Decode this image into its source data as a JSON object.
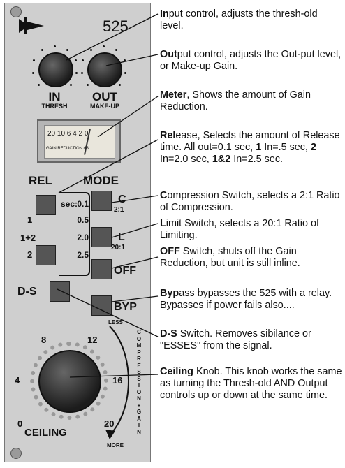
{
  "panel": {
    "model": "525",
    "in_label": "IN",
    "in_sub": "THRESH",
    "out_label": "OUT",
    "out_sub": "MAKE-UP",
    "meter_scale": "20 10 6 4 2 0",
    "meter_caption": "GAIN REDUCTION dB",
    "rel_label": "REL",
    "mode_label": "MODE",
    "rel_sec": "sec:",
    "rel_times": [
      "0.1",
      "0.5",
      "2.0",
      "2.5"
    ],
    "rel_buttons": [
      "1",
      "1+2",
      "2"
    ],
    "c_label": "C",
    "c_sub": "2:1",
    "l_label": "L",
    "l_sub": "20:1",
    "off_label": "OFF",
    "ds_label": "D-S",
    "byp_label": "BYP",
    "ceiling_label": "CEILING",
    "ceiling_scale": [
      "0",
      "4",
      "8",
      "12",
      "16",
      "20"
    ],
    "less_label": "LESS",
    "more_label": "MORE",
    "arrow_text": "COMPRESSION+GAIN"
  },
  "notes": [
    {
      "bold": "In",
      "rest": "put control, adjusts the thresh-old level."
    },
    {
      "bold": "Out",
      "rest": "put control, adjusts the Out-put level, or Make-up Gain."
    },
    {
      "bold": "Meter",
      "rest": ", Shows the amount of Gain Reduction."
    },
    {
      "bold": "Rel",
      "rest": "ease, Selects the amount of Release time.  All out=0.1 sec, ",
      "tail": [
        {
          "b": "1",
          "t": " In=.5 sec,   "
        },
        {
          "b": "2",
          "t": " In=2.0 sec, "
        },
        {
          "b": "1&2",
          "t": " In=2.5 sec."
        }
      ]
    },
    {
      "bold": "C",
      "rest": "ompression Switch, selects a 2:1 Ratio of Compression."
    },
    {
      "bold": "L",
      "rest": "imit Switch, selects a 20:1 Ratio of Limiting."
    },
    {
      "bold": "OFF",
      "rest": " Switch, shuts off the Gain Reduction, but unit is still inline."
    },
    {
      "bold": "Byp",
      "rest": "ass bypasses the 525 with a relay.  Bypasses if power fails also...."
    },
    {
      "bold": "D-S",
      "rest": " Switch.  Removes sibilance or \"ESSES\" from the signal."
    },
    {
      "bold": "Ceiling",
      "rest": " Knob.  This knob works the same as turning the Thresh-old AND Output controls up or down at the same time."
    }
  ]
}
